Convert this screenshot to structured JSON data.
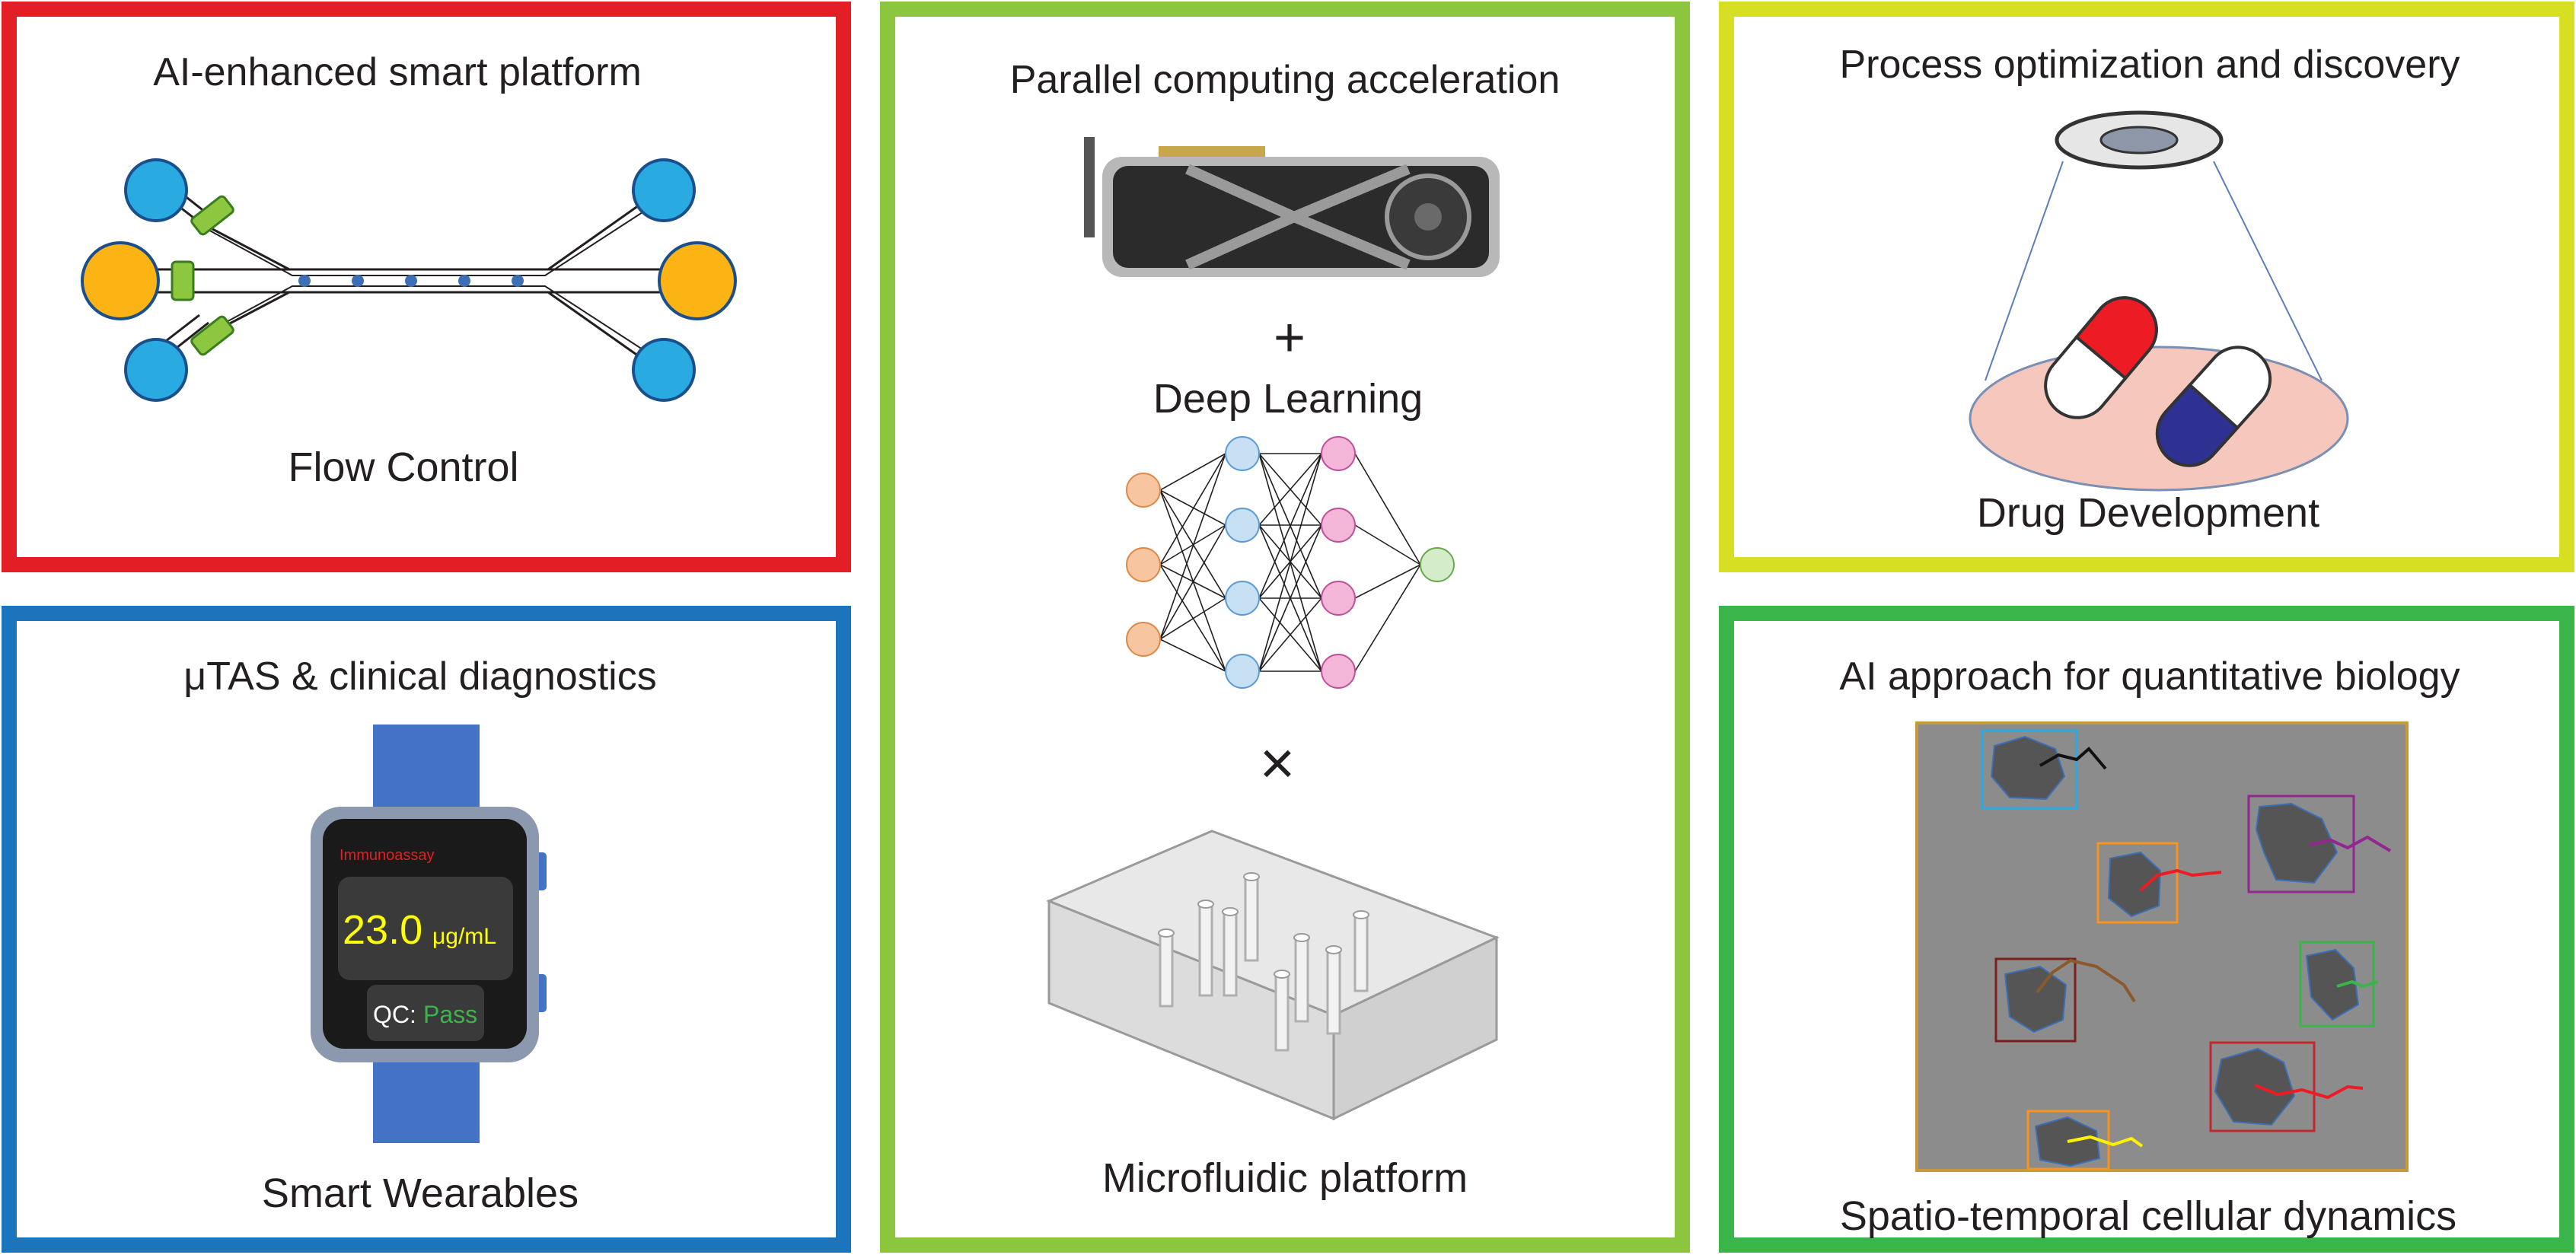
{
  "panels": {
    "smart_platform": {
      "title": "AI-enhanced smart platform",
      "caption": "Flow Control",
      "border_color": "#e31e24"
    },
    "computing": {
      "title": "Parallel computing acceleration",
      "plus_symbol": "+",
      "deep_learning": "Deep Learning",
      "times_symbol": "×",
      "caption": "Microfluidic platform",
      "border_color": "#8cc63f"
    },
    "drug": {
      "title": "Process optimization and discovery",
      "caption": "Drug Development",
      "border_color": "#d7df23"
    },
    "utas": {
      "title": "μTAS & clinical diagnostics",
      "caption": "Smart Wearables",
      "border_color": "#1c75bc",
      "watch": {
        "app_name": "Immunoassay",
        "reading_value": "23.0",
        "reading_unit": "μg/mL",
        "qc_label": "QC:",
        "qc_status": "Pass"
      }
    },
    "biology": {
      "title": "AI approach for quantitative biology",
      "caption": "Spatio-temporal cellular dynamics",
      "border_color": "#39b54a"
    }
  },
  "colors": {
    "reservoir_blue": "#29abe2",
    "reservoir_yellow": "#fbb413",
    "valve_green": "#8dc63f",
    "watch_band": "#4472c4",
    "reading_yellow": "#ffff00",
    "pass_green": "#39b54a",
    "pill_red": "#ed1c24",
    "pill_blue": "#2e3192",
    "petri_pink": "#f6c7bd",
    "nn_input": "#f7c59f",
    "nn_hidden1": "#c7e0f4",
    "nn_hidden2": "#f4b6d8",
    "nn_output": "#d4ecc8"
  }
}
